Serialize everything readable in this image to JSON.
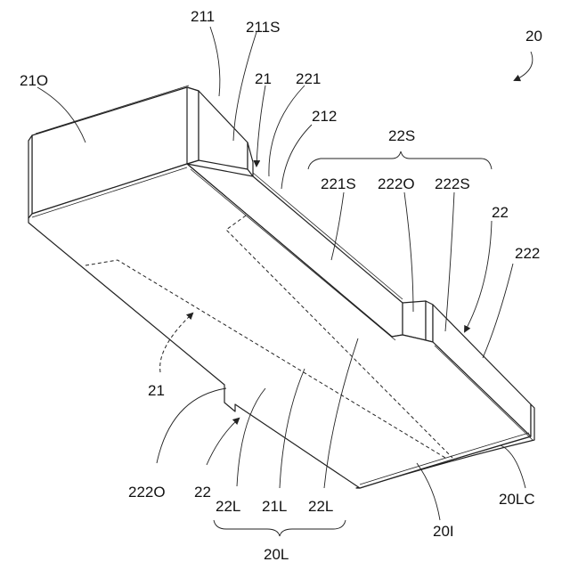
{
  "labels": {
    "fig": "20",
    "top_face": "21O",
    "l211": "211",
    "l211s": "211S",
    "l21_top": "21",
    "l221": "221",
    "l212": "212",
    "l22s": "22S",
    "l221s": "221S",
    "l222o_top": "222O",
    "l222s": "222S",
    "l22_right": "22",
    "l222": "222",
    "l21_left": "21",
    "l222o_bottom": "222O",
    "l22_bottom": "22",
    "l22l_a": "22L",
    "l21l": "21L",
    "l22l_b": "22L",
    "l20i": "20I",
    "l20lc": "20LC",
    "l20l": "20L"
  }
}
